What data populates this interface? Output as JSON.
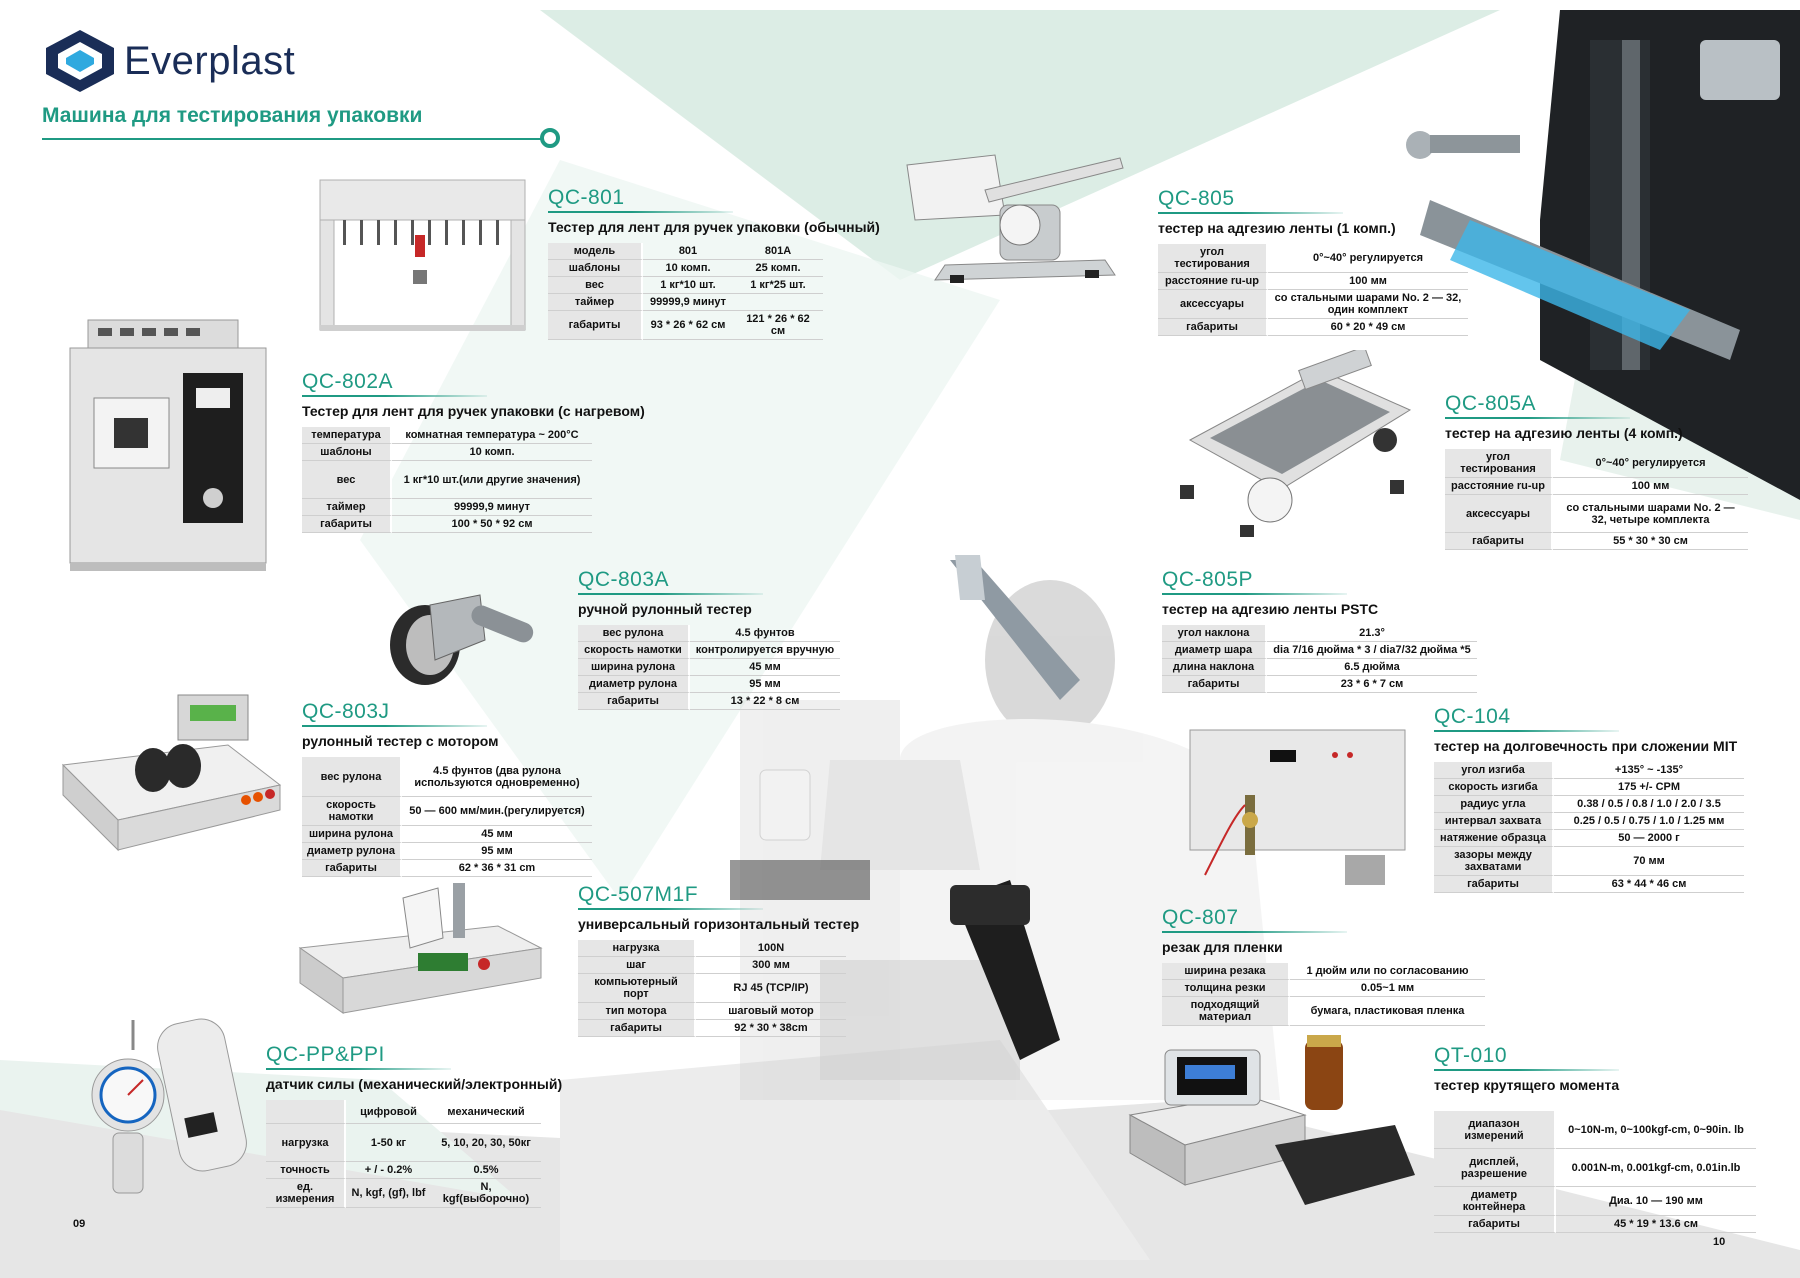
{
  "brand": {
    "name": "Everplast",
    "colors": {
      "accent": "#1f9a83",
      "logo": "#1a2d57",
      "mint": "#ddeee6",
      "grey": "#e9e9e9"
    }
  },
  "page": {
    "title": "Машина для тестирования упаковки",
    "left_number": "09",
    "right_number": "10"
  },
  "products": [
    {
      "id": "qc801",
      "code": "QC-801",
      "title": "Тестер для лент для ручек упаковки (обычный)",
      "icon": "multi-station-tape-tester-icon",
      "rows": [
        [
          "модель",
          "801",
          "801A"
        ],
        [
          "шаблоны",
          "10 комп.",
          "25 комп."
        ],
        [
          "вес",
          "1 кг*10 шт.",
          "1 кг*25 шт."
        ],
        [
          "таймер",
          "99999,9 минут",
          ""
        ],
        [
          "габариты",
          "93 * 26 * 62 см",
          "121 * 26 * 62 см"
        ]
      ]
    },
    {
      "id": "qc802a",
      "code": "QC-802A",
      "title": "Тестер для лент для ручек упаковки (с нагревом)",
      "icon": "oven-cabinet-icon",
      "rows": [
        [
          "температура",
          "комнатная температура ~ 200°C"
        ],
        [
          "шаблоны",
          "10 комп."
        ],
        [
          "вес",
          "1 кг*10 шт.(или другие значения)"
        ],
        [
          "таймер",
          "99999,9 минут"
        ],
        [
          "габариты",
          "100 * 50 * 92 см"
        ]
      ]
    },
    {
      "id": "qc803a",
      "code": "QC-803A",
      "title": "ручной рулонный тестер",
      "icon": "hand-roller-icon",
      "rows": [
        [
          "вес рулона",
          "4.5 фунтов"
        ],
        [
          "скорость намотки",
          "контролируется вручную"
        ],
        [
          "ширина рулона",
          "45 мм"
        ],
        [
          "диаметр рулона",
          "95 мм"
        ],
        [
          "габариты",
          "13 * 22 * 8 см"
        ]
      ]
    },
    {
      "id": "qc803j",
      "code": "QC-803J",
      "title": "рулонный тестер с мотором",
      "icon": "motorized-roller-icon",
      "rows": [
        [
          "вес рулона",
          "4.5 фунтов (два рулона используются одновременно)"
        ],
        [
          "скорость намотки",
          "50 — 600 мм/мин.(регулируется)"
        ],
        [
          "ширина рулона",
          "45 мм"
        ],
        [
          "диаметр рулона",
          "95 мм"
        ],
        [
          "габариты",
          "62 * 36 * 31 cm"
        ]
      ]
    },
    {
      "id": "qc507",
      "code": "QC-507M1F",
      "title": "универсальный горизонтальный тестер",
      "icon": "horizontal-tester-icon",
      "rows": [
        [
          "нагрузка",
          "100N"
        ],
        [
          "шаг",
          "300 мм"
        ],
        [
          "компьютерный порт",
          "RJ 45 (TCP/IP)"
        ],
        [
          "тип мотора",
          "шаговый мотор"
        ],
        [
          "габариты",
          "92 * 30 * 38cm"
        ]
      ]
    },
    {
      "id": "qcpp",
      "code": "QC-PP&PPI",
      "title": "датчик силы (механический/электронный)",
      "icon": "force-gauge-icon",
      "header": [
        "",
        "цифровой",
        "механический"
      ],
      "rows": [
        [
          "нагрузка",
          "1-50 кг",
          "5, 10, 20, 30, 50кг"
        ],
        [
          "точность",
          "+ / - 0.2%",
          "0.5%"
        ],
        [
          "ед. измерения",
          "N, kgf, (gf), lbf",
          "N, kgf(выборочно)"
        ]
      ]
    },
    {
      "id": "qc805",
      "code": "QC-805",
      "title": "тестер на адгезию ленты (1 комп.)",
      "icon": "ball-ramp-icon",
      "rows": [
        [
          "угол тестирования",
          "0°~40° регулируется"
        ],
        [
          "расстояние ru-up",
          "100 мм"
        ],
        [
          "аксессуары",
          "со стальными шарами No. 2 — 32, один комплект"
        ],
        [
          "габариты",
          "60 * 20 * 49 см"
        ]
      ]
    },
    {
      "id": "qc805a",
      "code": "QC-805A",
      "title": "тестер на адгезию ленты (4 комп.)",
      "icon": "incline-plate-icon",
      "rows": [
        [
          "угол тестирования",
          "0°~40° регулируется"
        ],
        [
          "расстояние ru-up",
          "100 мм"
        ],
        [
          "аксессуары",
          "со стальными шарами No. 2 — 32, четыре комплекта"
        ],
        [
          "габариты",
          "55 * 30 * 30 см"
        ]
      ]
    },
    {
      "id": "qc805p",
      "code": "QC-805P",
      "title": "тестер на адгезию ленты PSTC",
      "icon": "pstc-ramp-icon",
      "rows": [
        [
          "угол наклона",
          "21.3°"
        ],
        [
          "диаметр шара",
          "dia 7/16 дюйма * 3  / dia7/32 дюйма *5"
        ],
        [
          "длина наклона",
          "6.5 дюйма"
        ],
        [
          "габариты",
          "23 * 6 * 7 см"
        ]
      ]
    },
    {
      "id": "qc104",
      "code": "QC-104",
      "title": "тестер на долговечность при сложении MIT",
      "icon": "folding-tester-icon",
      "rows": [
        [
          "угол изгиба",
          "+135° ~ -135°"
        ],
        [
          "скорость изгиба",
          "175 +/- CPM"
        ],
        [
          "радиус угла",
          "0.38 / 0.5 / 0.8 / 1.0 / 2.0 / 3.5"
        ],
        [
          "интервал захвата",
          "0.25 / 0.5 / 0.75 / 1.0 / 1.25 мм"
        ],
        [
          "натяжение образца",
          "50 — 2000 г"
        ],
        [
          "зазоры между захватами",
          "70 мм"
        ],
        [
          "габариты",
          "63 * 44 * 46 cм"
        ]
      ]
    },
    {
      "id": "qc807",
      "code": "QC-807",
      "title": "резак для пленки",
      "icon": "film-cutter-icon",
      "rows": [
        [
          "ширина резака",
          "1 дюйм или по согласованию"
        ],
        [
          "толщина резки",
          "0.05~1 мм"
        ],
        [
          "подходящий материал",
          "бумага, пластиковая пленка"
        ]
      ]
    },
    {
      "id": "qt010",
      "code": "QT-010",
      "title": "тестер крутящего момента",
      "icon": "torque-tester-icon",
      "rows": [
        [
          "диапазон измерений",
          "0~10N-m, 0~100kgf-cm, 0~90in. lb"
        ],
        [
          "дисплей, разрешение",
          "0.001N-m, 0.001kgf-cm, 0.01in.lb"
        ],
        [
          "диаметр контейнера",
          "Диа. 10 — 190 мм"
        ],
        [
          "габариты",
          "45 * 19 * 13.6 cм"
        ]
      ]
    }
  ]
}
